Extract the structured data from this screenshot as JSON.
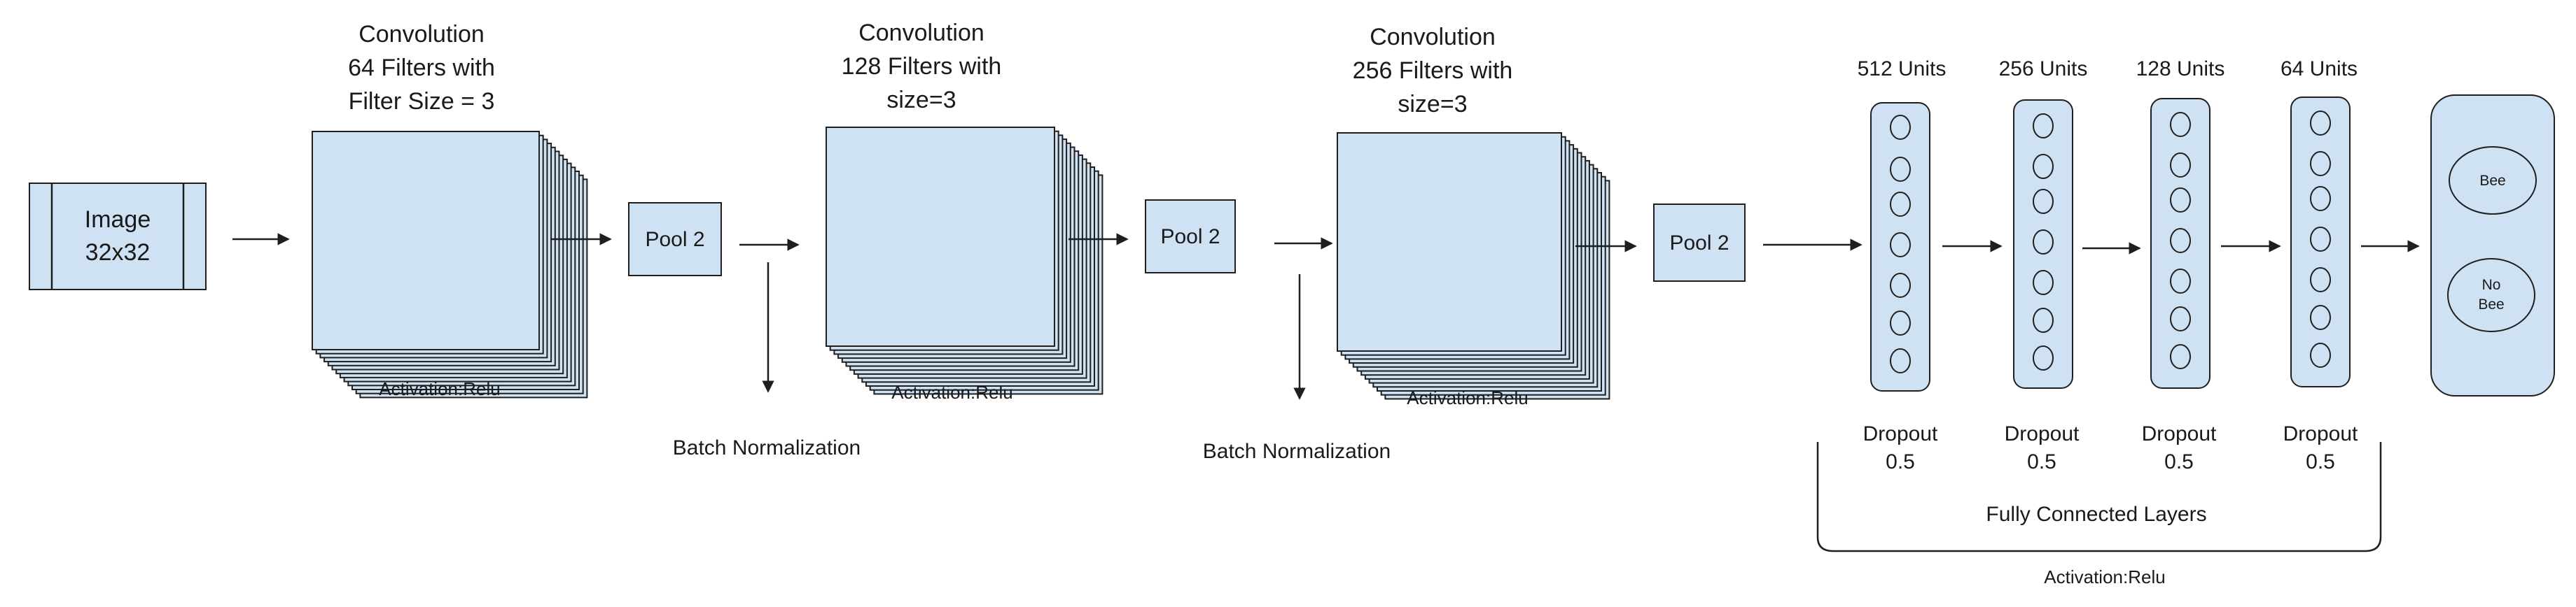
{
  "input": {
    "line1": "Image",
    "line2": "32x32"
  },
  "conv_blocks": [
    {
      "line1": "Convolution",
      "line2": "64 Filters with",
      "line3": "Filter Size = 3",
      "activation": "Activation:Relu"
    },
    {
      "line1": "Convolution",
      "line2": "128 Filters with",
      "line3": "size=3",
      "activation": "Activation:Relu"
    },
    {
      "line1": "Convolution",
      "line2": "256 Filters with",
      "line3": "size=3",
      "activation": "Activation:Relu"
    }
  ],
  "pool_label": "Pool 2",
  "batch_norm_label": "Batch Normalization",
  "dense_layers": [
    {
      "units": "512 Units",
      "dropout": "Dropout",
      "rate": "0.5"
    },
    {
      "units": "256 Units",
      "dropout": "Dropout",
      "rate": "0.5"
    },
    {
      "units": "128 Units",
      "dropout": "Dropout",
      "rate": "0.5"
    },
    {
      "units": "64 Units",
      "dropout": "Dropout",
      "rate": "0.5"
    }
  ],
  "fc_label": "Fully Connected Layers",
  "fc_activation": "Activation:Relu",
  "outputs": {
    "bee": "Bee",
    "no_bee_line1": "No",
    "no_bee_line2": "Bee"
  },
  "colors": {
    "fill": "#cfe2f3",
    "stroke": "#1f1f1f"
  }
}
